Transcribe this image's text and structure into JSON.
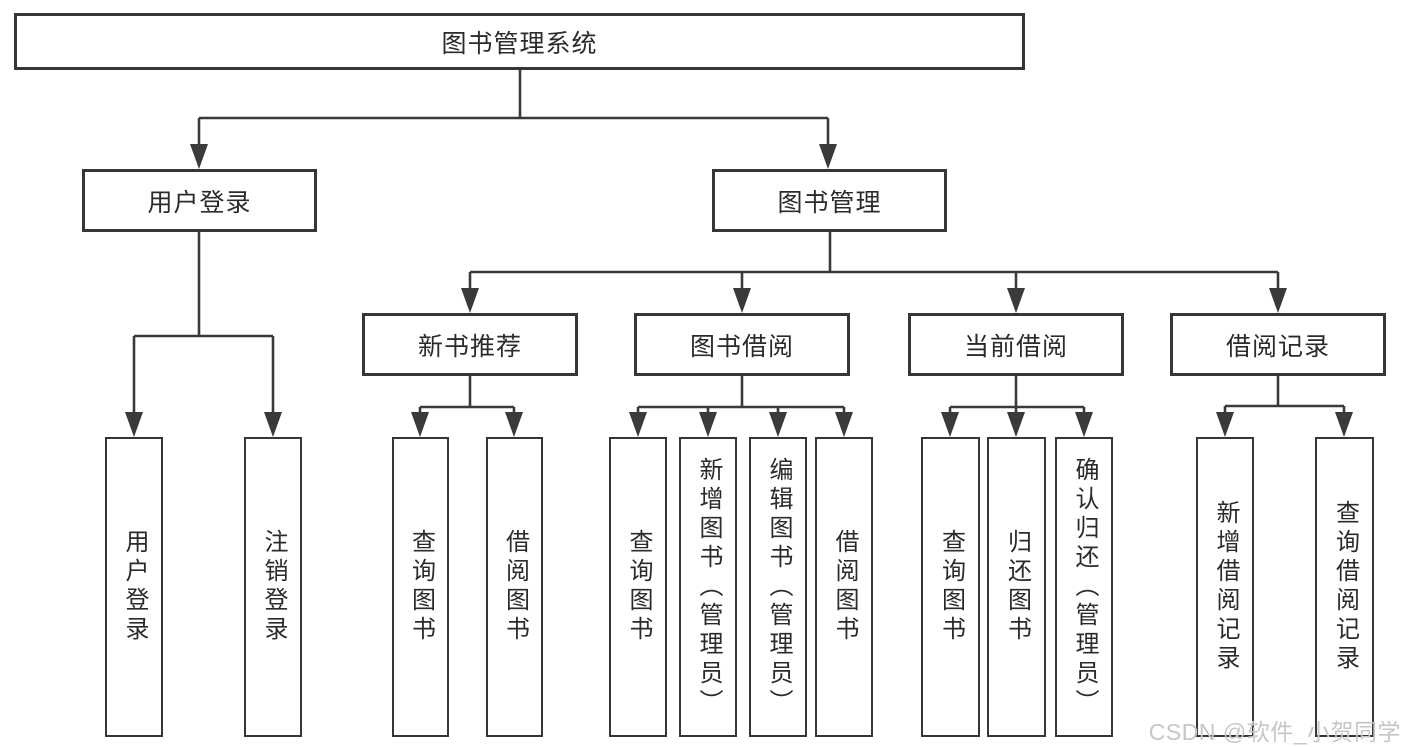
{
  "tree": {
    "root": {
      "label": "图书管理系统",
      "children": [
        {
          "label": "用户登录",
          "children": [
            {
              "label": "用户登录"
            },
            {
              "label": "注销登录"
            }
          ]
        },
        {
          "label": "图书管理",
          "children": [
            {
              "label": "新书推荐",
              "children": [
                {
                  "label": "查询图书"
                },
                {
                  "label": "借阅图书"
                }
              ]
            },
            {
              "label": "图书借阅",
              "children": [
                {
                  "label": "查询图书"
                },
                {
                  "label": "新增图书（管理员）"
                },
                {
                  "label": "编辑图书（管理员）"
                },
                {
                  "label": "借阅图书"
                }
              ]
            },
            {
              "label": "当前借阅",
              "children": [
                {
                  "label": "查询图书"
                },
                {
                  "label": "归还图书"
                },
                {
                  "label": "确认归还（管理员）"
                }
              ]
            },
            {
              "label": "借阅记录",
              "children": [
                {
                  "label": "新增借阅记录"
                },
                {
                  "label": "查询借阅记录"
                }
              ]
            }
          ]
        }
      ]
    }
  },
  "watermark": {
    "text": "CSDN @软件_小贺同学"
  },
  "colors": {
    "line": "#3a3a3a",
    "box_border": "#363636",
    "text": "#2b2b2b",
    "watermark": "#c9c5c5",
    "background": "#ffffff"
  }
}
